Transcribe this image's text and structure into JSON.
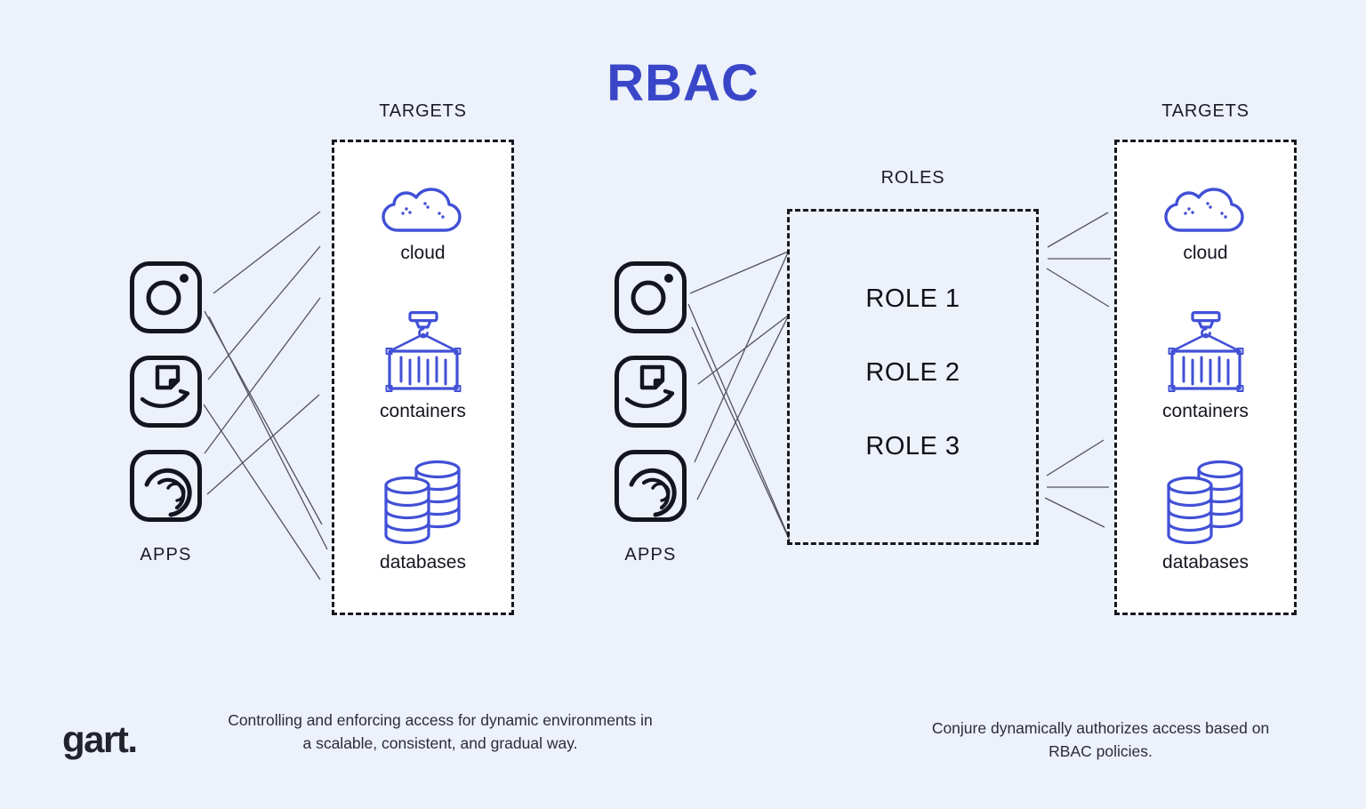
{
  "page": {
    "background": "#ECF1FA",
    "accent": "#3A46C8",
    "icon_blue": "#4150D6",
    "ink": "#15151F",
    "connector": "#53535C",
    "box_fill": "#FFFFFF"
  },
  "title": "RBAC",
  "apps": {
    "label": "APPS",
    "icons": [
      "instagram-app-icon",
      "amazon-app-icon",
      "swirl-app-icon"
    ]
  },
  "targets": {
    "label": "TARGETS",
    "items": [
      {
        "icon": "cloud-icon",
        "label": "cloud"
      },
      {
        "icon": "container-crane-icon",
        "label": "containers"
      },
      {
        "icon": "databases-icon",
        "label": "databases"
      }
    ]
  },
  "roles": {
    "label": "ROLES",
    "items": [
      "ROLE 1",
      "ROLE 2",
      "ROLE 3"
    ]
  },
  "footer": {
    "logo": "gart.",
    "left_caption": [
      "Controlling and enforcing access for dynamic environments in",
      "a scalable, consistent, and gradual way."
    ],
    "right_caption": [
      "Conjure dynamically authorizes access based on",
      "RBAC policies."
    ]
  },
  "connections": {
    "apps_to_targets": [
      [
        240,
        330,
        360,
        238
      ],
      [
        230,
        350,
        362,
        590
      ],
      [
        235,
        356,
        368,
        618
      ],
      [
        234,
        427,
        360,
        277
      ],
      [
        229,
        455,
        360,
        652
      ],
      [
        230,
        510,
        360,
        335
      ],
      [
        233,
        556,
        359,
        444
      ]
    ],
    "apps_to_roles": [
      [
        776,
        330,
        886,
        283
      ],
      [
        774,
        342,
        885,
        600
      ],
      [
        778,
        368,
        888,
        608
      ],
      [
        785,
        432,
        886,
        355
      ],
      [
        781,
        520,
        886,
        284
      ],
      [
        784,
        562,
        886,
        356
      ]
    ],
    "roles_to_targets": [
      [
        1178,
        278,
        1246,
        239
      ],
      [
        1178,
        291,
        1249,
        291
      ],
      [
        1177,
        302,
        1247,
        345
      ],
      [
        1177,
        535,
        1241,
        495
      ],
      [
        1177,
        548,
        1247,
        548
      ],
      [
        1175,
        560,
        1242,
        593
      ]
    ]
  }
}
